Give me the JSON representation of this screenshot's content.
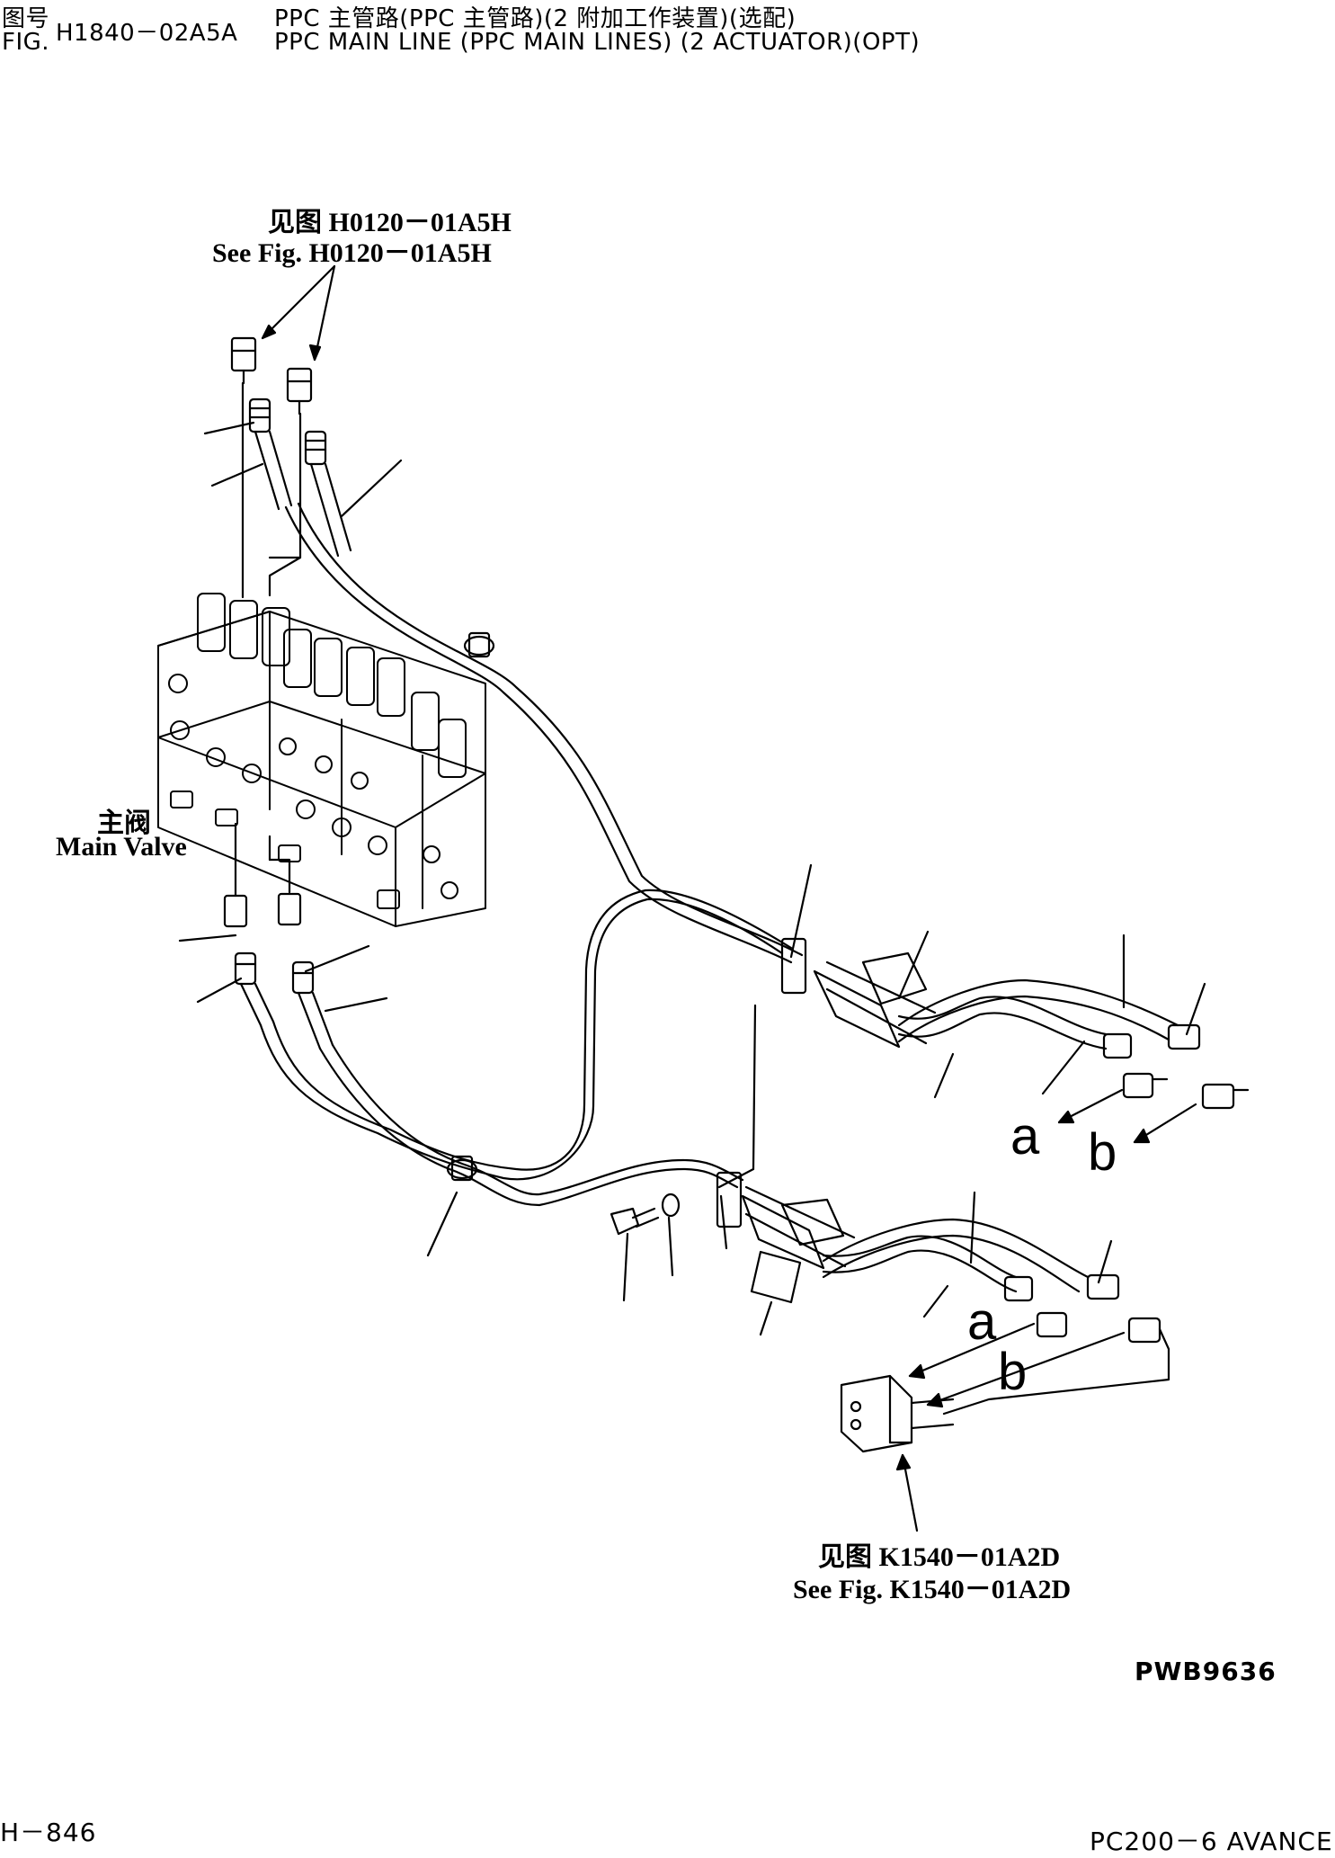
{
  "header": {
    "fig_label_cn": "图号",
    "fig_label_en": "FIG.",
    "fig_number": "H1840－02A5A",
    "title_cn": "PPC 主管路(PPC 主管路)(2 附加工作装置)(选配)",
    "title_en": "PPC MAIN LINE (PPC MAIN LINES) (2 ACTUATOR)(OPT)"
  },
  "refs": {
    "top_cn": "见图 H0120－01A5H",
    "top_en": "See Fig. H0120－01A5H",
    "bottom_cn": "见图 K1540－01A2D",
    "bottom_en": "See Fig. K1540－01A2D"
  },
  "labels": {
    "main_valve_cn": "主阀",
    "main_valve_en": "Main Valve",
    "port_a_upper": "a",
    "port_b_upper": "b",
    "port_a_lower": "a",
    "port_b_lower": "b"
  },
  "footer": {
    "drawing_code": "PWB9636",
    "page_number": "H－846",
    "model": "PC200－6 AVANCE"
  }
}
